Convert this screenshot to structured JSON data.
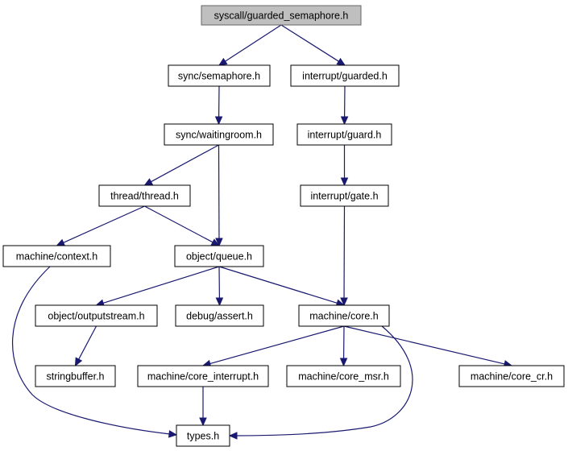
{
  "colors": {
    "edge": "#191970",
    "root_fill": "#bfbfbf",
    "node_fill": "#ffffff",
    "node_border": "#000000"
  },
  "nodes": [
    {
      "id": "guarded_semaphore",
      "label": "syscall/guarded_semaphore.h",
      "root": true
    },
    {
      "id": "semaphore",
      "label": "sync/semaphore.h"
    },
    {
      "id": "guarded",
      "label": "interrupt/guarded.h"
    },
    {
      "id": "waitingroom",
      "label": "sync/waitingroom.h"
    },
    {
      "id": "guard",
      "label": "interrupt/guard.h"
    },
    {
      "id": "thread",
      "label": "thread/thread.h"
    },
    {
      "id": "gate",
      "label": "interrupt/gate.h"
    },
    {
      "id": "context",
      "label": "machine/context.h"
    },
    {
      "id": "queue",
      "label": "object/queue.h"
    },
    {
      "id": "outputstream",
      "label": "object/outputstream.h"
    },
    {
      "id": "assert",
      "label": "debug/assert.h"
    },
    {
      "id": "core",
      "label": "machine/core.h"
    },
    {
      "id": "stringbuffer",
      "label": "stringbuffer.h"
    },
    {
      "id": "core_interrupt",
      "label": "machine/core_interrupt.h"
    },
    {
      "id": "core_msr",
      "label": "machine/core_msr.h"
    },
    {
      "id": "core_cr",
      "label": "machine/core_cr.h"
    },
    {
      "id": "types",
      "label": "types.h"
    }
  ],
  "edges": [
    {
      "from": "guarded_semaphore",
      "to": "semaphore"
    },
    {
      "from": "guarded_semaphore",
      "to": "guarded"
    },
    {
      "from": "semaphore",
      "to": "waitingroom"
    },
    {
      "from": "guarded",
      "to": "guard"
    },
    {
      "from": "waitingroom",
      "to": "thread"
    },
    {
      "from": "waitingroom",
      "to": "queue"
    },
    {
      "from": "guard",
      "to": "gate"
    },
    {
      "from": "thread",
      "to": "context"
    },
    {
      "from": "thread",
      "to": "queue"
    },
    {
      "from": "gate",
      "to": "core"
    },
    {
      "from": "context",
      "to": "types"
    },
    {
      "from": "queue",
      "to": "outputstream"
    },
    {
      "from": "queue",
      "to": "assert"
    },
    {
      "from": "queue",
      "to": "core"
    },
    {
      "from": "outputstream",
      "to": "stringbuffer"
    },
    {
      "from": "core",
      "to": "core_interrupt"
    },
    {
      "from": "core",
      "to": "core_msr"
    },
    {
      "from": "core",
      "to": "core_cr"
    },
    {
      "from": "core",
      "to": "types"
    },
    {
      "from": "core_interrupt",
      "to": "types"
    }
  ]
}
